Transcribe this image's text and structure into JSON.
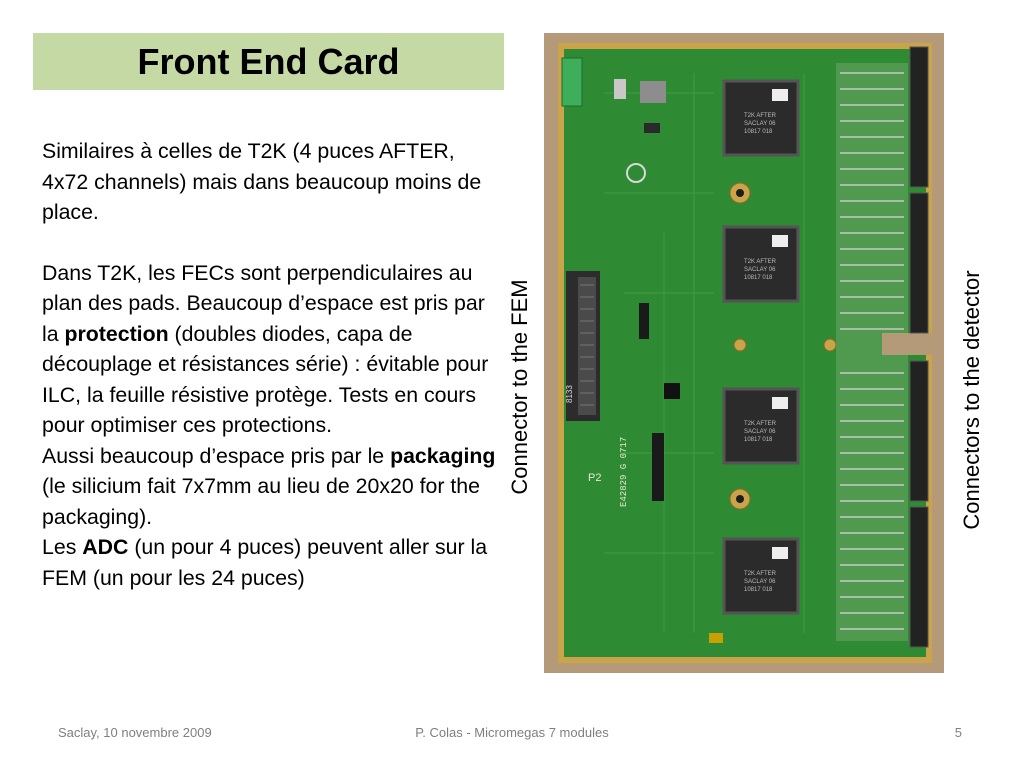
{
  "slide": {
    "title": "Front End Card",
    "paragraph1": "Similaires à celles de T2K (4 puces AFTER, 4x72 channels) mais dans beaucoup moins de place.",
    "p2_a": "Dans T2K, les FECs sont perpendiculaires  au plan des pads. Beaucoup d’espace est pris par la ",
    "p2_b": "protection",
    "p2_c": " (doubles diodes, capa de découplage et résistances série) : évitable pour ILC, la feuille résistive protège. Tests en cours pour optimiser ces protections.",
    "p3_a": "Aussi beaucoup d’espace pris par le ",
    "p3_b": "packaging",
    "p3_c": " (le silicium fait 7x7mm au lieu de 20x20 for the packaging).",
    "p4_a": "Les ",
    "p4_b": "ADC",
    "p4_c": " (un pour 4 puces)  peuvent aller sur la FEM (un pour les 24 puces)",
    "label_fem": "Connector to the FEM",
    "label_detector": "Connectors to the detector"
  },
  "photo": {
    "chip_text": [
      "T2K AFTER",
      "SACLAY 06",
      "10817 018"
    ],
    "fem_connector_text": "8133",
    "board_text": [
      "P2",
      "E42829 G 0717"
    ]
  },
  "footer": {
    "left": "Saclay, 10 novembre 2009",
    "center": "P. Colas -  Micromegas 7 modules",
    "page": "5"
  }
}
